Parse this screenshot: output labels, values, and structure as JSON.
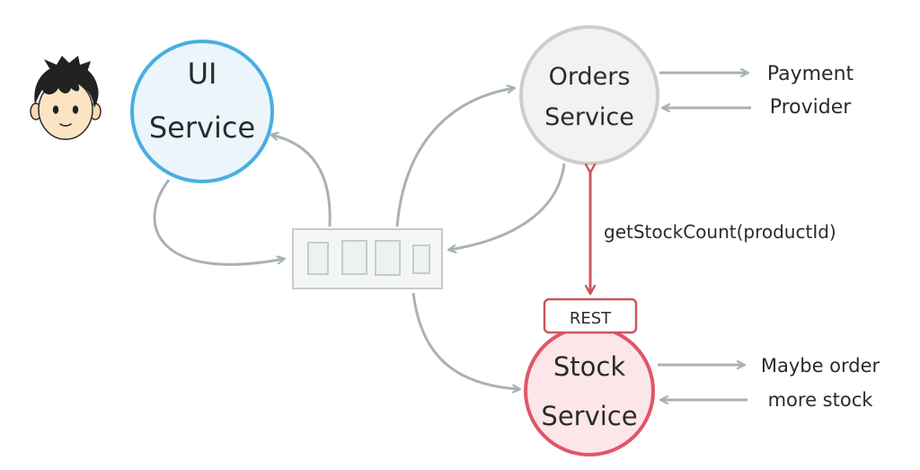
{
  "colors": {
    "ui_ring": "#4aaee0",
    "ui_fill": "#eaf6fc",
    "orders_ring": "#cfcdc9",
    "orders_fill": "#f3f2f0",
    "stock_ring": "#e0566a",
    "stock_fill": "#fde6ea",
    "rest_box": "#c9575c",
    "rest_arrow": "#c9575c",
    "flow_arrow": "#a7b2b5",
    "queue_box": "#c5cccd"
  },
  "nodes": {
    "ui_service": {
      "line1": "UI",
      "line2": "Service"
    },
    "orders_service": {
      "line1": "Orders",
      "line2": "Service"
    },
    "stock_service": {
      "line1": "Stock",
      "line2": "Service"
    }
  },
  "rest_badge": "REST",
  "rest_call": "getStockCount(productId)",
  "payment_provider": {
    "line1": "Payment",
    "line2": "Provider"
  },
  "stock_supplier": {
    "line1": "Maybe order",
    "line2": "more stock"
  },
  "icons": {
    "user": "user-avatar-icon",
    "queue": "message-queue-icon"
  }
}
